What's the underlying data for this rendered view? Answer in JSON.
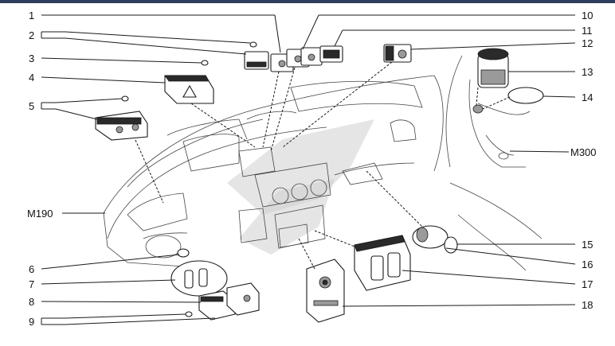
{
  "callouts": {
    "n1": "1",
    "n2": "2",
    "n3": "3",
    "n4": "4",
    "n5": "5",
    "n6": "6",
    "n7": "7",
    "n8": "8",
    "n9": "9",
    "n10": "10",
    "n11": "11",
    "n12": "12",
    "n13": "13",
    "n14": "14",
    "n15": "15",
    "n16": "16",
    "n17": "17",
    "n18": "18",
    "m190": "M190",
    "m300": "M300"
  },
  "colors": {
    "header_bar": "#2f3e5c",
    "line": "#1a1a1a",
    "watermark": "#cfcfcf"
  }
}
